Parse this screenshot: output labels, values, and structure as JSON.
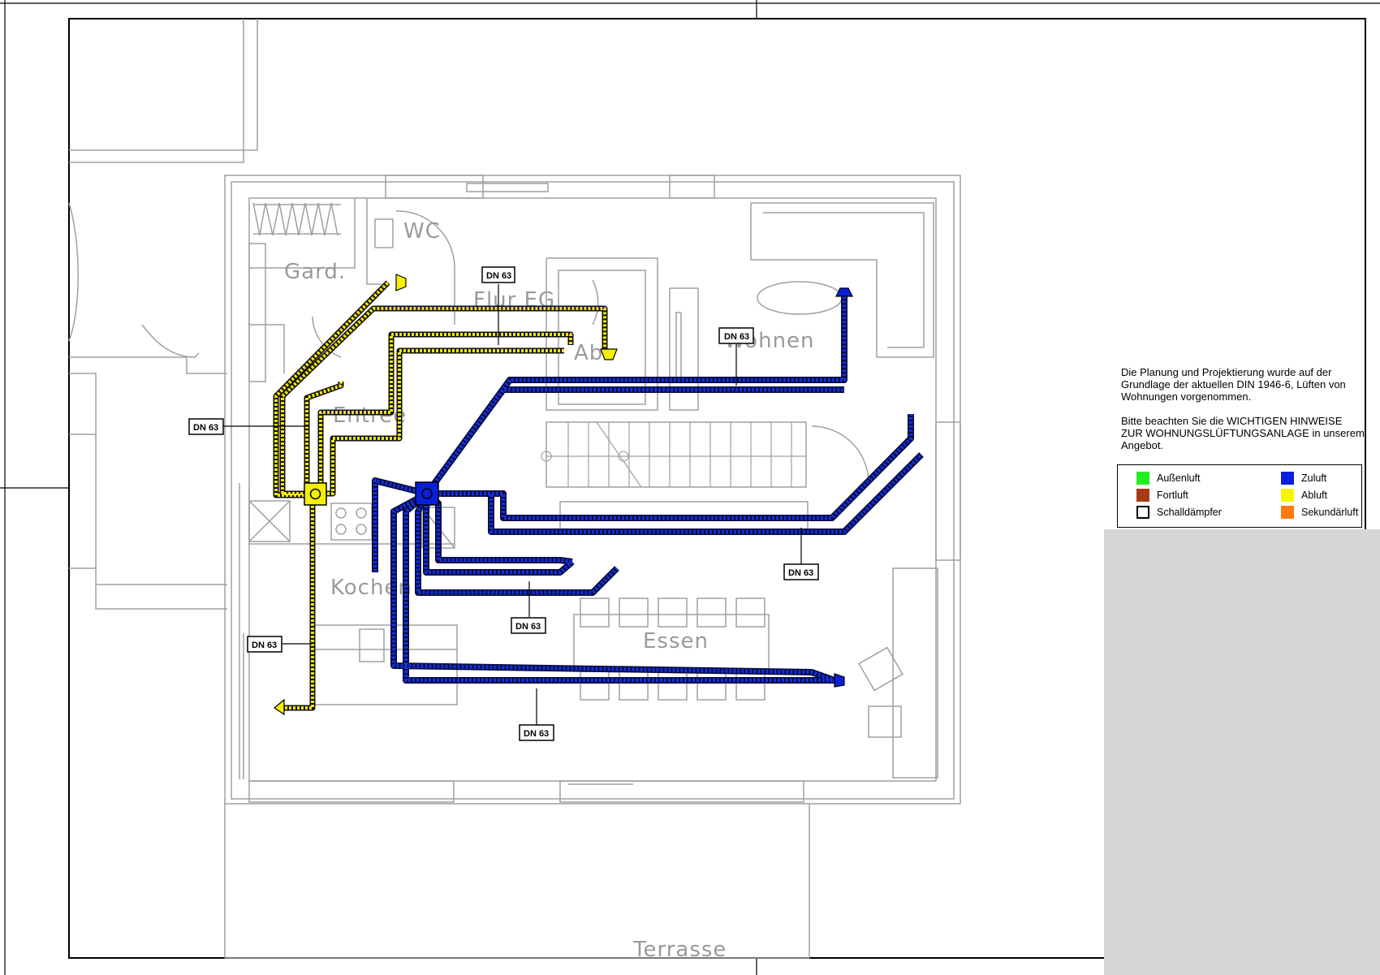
{
  "rooms": {
    "gard": "Gard.",
    "wc": "WC",
    "flur": "Flur EG",
    "ab": "Ab",
    "wohnen": "Wohnen",
    "entree": "Entree",
    "kochen": "Kochen",
    "essen": "Essen",
    "terrasse": "Terrasse"
  },
  "duct_label": "DN 63",
  "notes": {
    "line1": "Die Planung und Projektierung wurde auf der Grundlage der aktuellen DIN 1946-6, Lüften von Wohnungen vorgenommen.",
    "line2": "Bitte beachten Sie die WICHTIGEN HINWEISE ZUR WOHNUNGSLÜFTUNGSANLAGE in unserem Angebot."
  },
  "legend": [
    {
      "label": "Außenluft",
      "color": "#22ee22"
    },
    {
      "label": "Zuluft",
      "color": "#0a1edc"
    },
    {
      "label": "Fortluft",
      "color": "#a83a10"
    },
    {
      "label": "Abluft",
      "color": "#f5f500"
    },
    {
      "label": "Schalldämpfer",
      "color": "#ffffff"
    },
    {
      "label": "Sekundärluft",
      "color": "#ff7a10"
    }
  ],
  "colors": {
    "zuluft": "#1226c8",
    "abluft": "#f2e600",
    "wall": "#a0a0a0",
    "frame": "#000000"
  }
}
